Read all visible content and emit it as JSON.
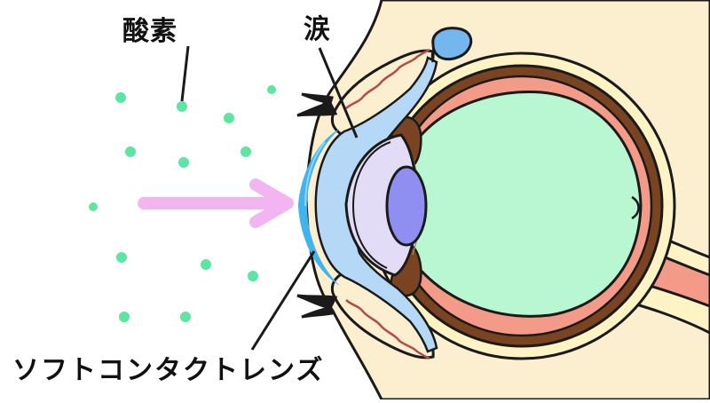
{
  "labels": {
    "oxygen": "酸素",
    "tears": "涙",
    "soft_contact_lens": "ソフトコンタクトレンズ"
  },
  "colors": {
    "skin": "#fbefcf",
    "sclera_outer": "#fdf3c4",
    "eye_brown": "#7a4322",
    "retina_pink": "#f49a88",
    "vitreous_green": "#b8f7d2",
    "cornea_lavender": "#e2dcf6",
    "lens_purple": "#8f8ff2",
    "tear_film_blue": "#b5d8f7",
    "contact_lens_blue": "#41b4ee",
    "lacrimal_gland_blue": "#74b6ee",
    "oxygen_dot_green": "#5ce6a1",
    "arrow_pink": "#f3b5f1",
    "eyelid_vessel_red": "#b14d45",
    "outline": "#1a1a1a"
  },
  "icons": {
    "arrow": "oxygen-flow-arrow-icon",
    "dots": "oxygen-molecule-icon"
  }
}
